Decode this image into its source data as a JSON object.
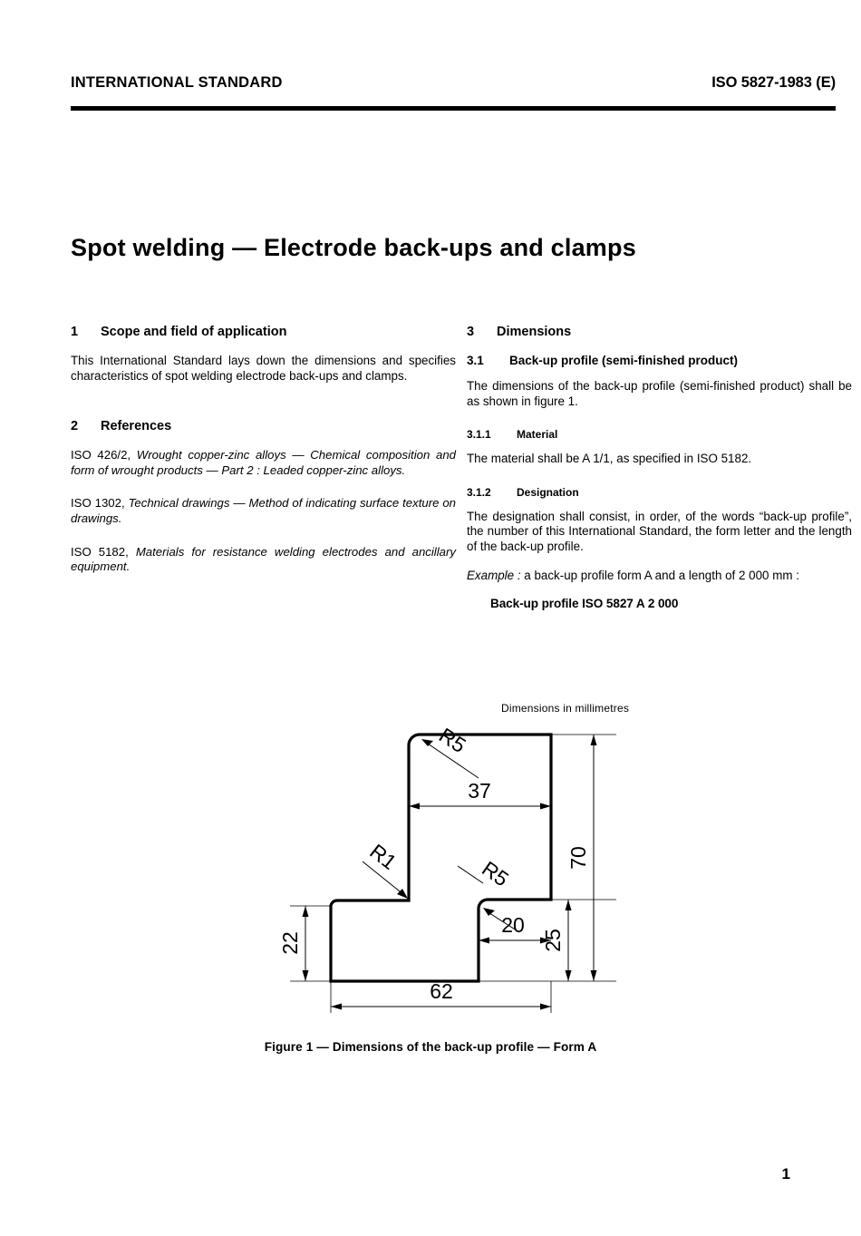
{
  "header": {
    "left": "INTERNATIONAL STANDARD",
    "right": "ISO 5827-1983 (E)"
  },
  "title": "Spot welding — Electrode back-ups and clamps",
  "sections": {
    "scope": {
      "number": "1",
      "heading": "Scope and field of application",
      "body": "This International Standard lays down the dimensions and specifies characteristics of spot welding electrode back-ups and clamps."
    },
    "references": {
      "number": "2",
      "heading": "References",
      "items": [
        {
          "code": "ISO 426/2,",
          "title": "Wrought copper-zinc alloys — Chemical composition and form of wrought products — Part 2 : Leaded copper-zinc alloys."
        },
        {
          "code": "ISO 1302,",
          "title": "Technical drawings — Method of indicating surface texture on drawings."
        },
        {
          "code": "ISO 5182,",
          "title": "Materials for resistance welding electrodes and ancillary equipment."
        }
      ]
    },
    "dimensions": {
      "number": "3",
      "heading": "Dimensions",
      "sub": {
        "number": "3.1",
        "heading": "Back-up profile (semi-finished product)",
        "body": "The dimensions of the back-up profile (semi-finished product) shall be as shown in figure 1.",
        "material": {
          "number": "3.1.1",
          "heading": "Material",
          "body": "The material shall be A 1/1, as specified in ISO 5182."
        },
        "designation": {
          "number": "3.1.2",
          "heading": "Designation",
          "body": "The designation shall consist, in order, of the words “back-up profile”, the number of this International Standard, the form letter and the length of the back-up profile.",
          "example_label": "Example :",
          "example_text": "a back-up profile form A and a length of 2 000 mm :",
          "example_value": "Back-up profile ISO 5827 A 2 000"
        }
      }
    }
  },
  "figure": {
    "units_note": "Dimensions in millimetres",
    "caption": "Figure 1 — Dimensions of the back-up profile — Form A",
    "dimensions": {
      "width_upper": "37",
      "height_total": "70",
      "height_step": "25",
      "height_foot": "22",
      "width_step": "20",
      "width_total": "62",
      "radius_top": "R5",
      "radius_inner": "R1",
      "radius_step": "R5"
    }
  },
  "page_number": "1"
}
